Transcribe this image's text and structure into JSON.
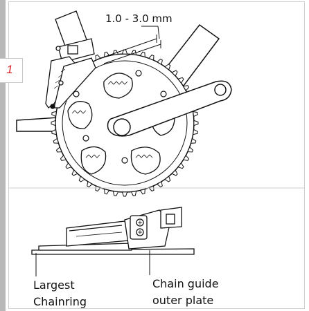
{
  "step": {
    "number": "1"
  },
  "diagram": {
    "clearance_label": "1.0 - 3.0 mm",
    "chainring_label_line1": "Largest",
    "chainring_label_line2": "Chainring",
    "guide_label_line1": "Chain guide",
    "guide_label_line2": "outer plate"
  }
}
